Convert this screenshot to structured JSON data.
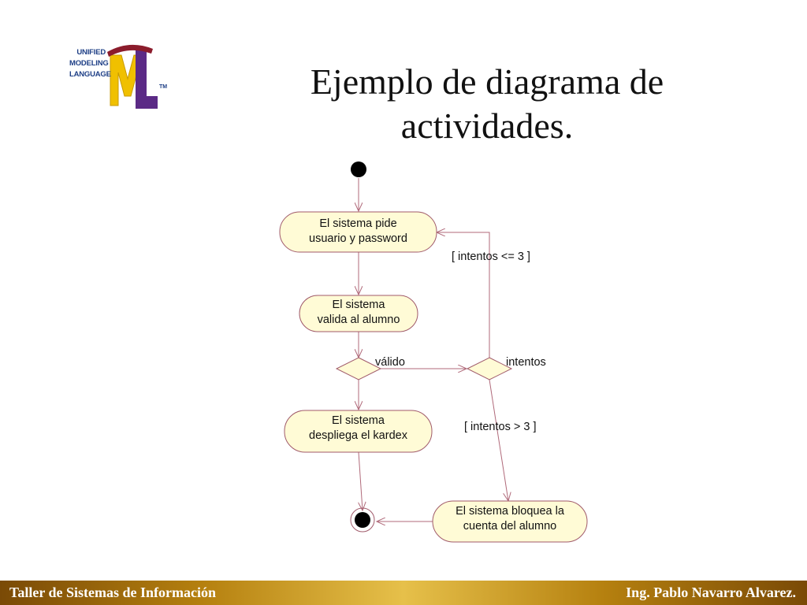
{
  "logo": {
    "lines": [
      "UNIFIED",
      "MODELING",
      "LANGUAGE"
    ],
    "tm": "TM",
    "colors": {
      "text": "#1e3f86",
      "m": "#f0c000",
      "l": "#5b2a86",
      "accent": "#8b1c2c"
    }
  },
  "title": {
    "line1": "Ejemplo de diagrama de",
    "line2": "actividades."
  },
  "diagram": {
    "activities": {
      "pide": {
        "line1": "El sistema pide",
        "line2": "usuario y password"
      },
      "valida": {
        "line1": "El sistema",
        "line2": "valida al alumno"
      },
      "kardex": {
        "line1": "El sistema",
        "line2": "despliega el kardex"
      },
      "bloquea": {
        "line1": "El sistema bloquea la",
        "line2": "cuenta del alumno"
      }
    },
    "guards": {
      "valido": "válido",
      "intentos": "intentos",
      "intentos_le_3": "[ intentos <= 3 ]",
      "intentos_gt_3": "[ intentos > 3 ]"
    },
    "colors": {
      "node_fill": "#fffbd6",
      "node_stroke": "#a05a6a",
      "edge": "#b06a7a"
    }
  },
  "footer": {
    "left": "Taller de Sistemas de Información",
    "right": "Ing. Pablo Navarro Alvarez."
  }
}
